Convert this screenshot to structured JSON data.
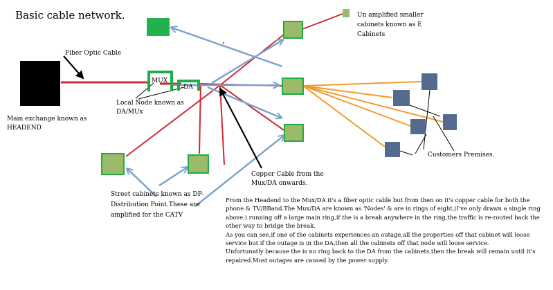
{
  "title": "Basic cable network.",
  "labels": {
    "fiber_optic_cable": "Fiber Optic Cable",
    "headend": [
      "Main exchange known as",
      "HEADEND"
    ],
    "mux": "MUX",
    "da": "DA",
    "local_node": [
      "Local Node known as",
      "DA/MUx"
    ],
    "e_cabinets": [
      "Un amplified smaller",
      "cabinets known as E",
      "Cabinets"
    ],
    "copper_cable": [
      "Copper Cable from the",
      "Mux/DA onwards."
    ],
    "customers_premises": "Customers Premises.",
    "street_cabinets": [
      "Street cabinets known as DP-",
      "Distribution Point.These are",
      "amplified for the CATV"
    ]
  },
  "description": [
    "From the Headend to the Mux/DA it's a fiber optic cable but from then on it's copper cable for both the phone & TV/BBand.The Mux/DA are known as 'Nodes' & are in rings of eight,(I've only drawn a single ring above.) running off a large main ring,if the is a break anywhere in the ring,the traffic is re-routed back the other way to bridge the break.",
    "As you can see,if one of the cabinets experiences an outage,all the properties off that cabinet will loose service but if the outage is in the DA,then all the cabinets off that node will loose service.",
    "Unfortunatly because the is no ring back to the DA from the cabinets,then the break will remain until it's repaired.Most outages are caused by the power supply."
  ],
  "colors": {
    "fiber": "#cc2a36",
    "copper_link": "#7fa3cc",
    "customer_link": "#f39a2b",
    "cabinet_fill": "#9cbb6a",
    "cabinet_border": "#1fae46",
    "bright_cabinet": "#22b14c",
    "customer_fill": "#546a8e",
    "headend": "#000000",
    "node_bracket": "#1fae46",
    "annotation": "#000000"
  }
}
